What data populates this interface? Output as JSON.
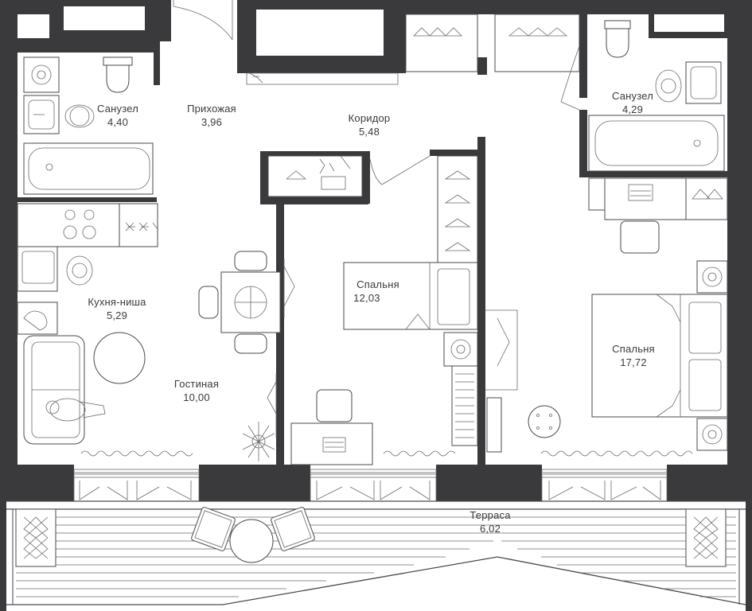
{
  "rooms": [
    {
      "id": "bathroom-left",
      "name": "Санузел",
      "area": "4,40"
    },
    {
      "id": "hallway",
      "name": "Прихожая",
      "area": "3,96"
    },
    {
      "id": "corridor",
      "name": "Коридор",
      "area": "5,48"
    },
    {
      "id": "bathroom-right",
      "name": "Санузел",
      "area": "4,29"
    },
    {
      "id": "bedroom-small",
      "name": "Спальня",
      "area": "12,03"
    },
    {
      "id": "kitchen-niche",
      "name": "Кухня-ниша",
      "area": "5,29"
    },
    {
      "id": "bedroom-large",
      "name": "Спальня",
      "area": "17,72"
    },
    {
      "id": "living-room",
      "name": "Гостиная",
      "area": "10,00"
    },
    {
      "id": "terrace",
      "name": "Терраса",
      "area": "6,02"
    }
  ],
  "colors": {
    "wall": "#3a3a3c",
    "line": "#4a4a4c",
    "background": "#ffffff"
  }
}
